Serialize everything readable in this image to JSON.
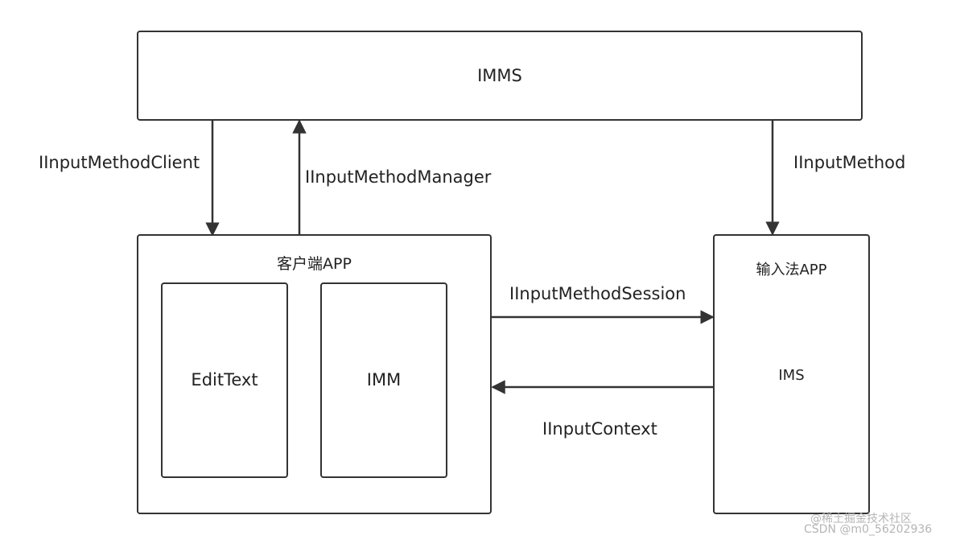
{
  "nodes": {
    "imms": "IMMS",
    "client_app": "客户端APP",
    "edittext": "EditText",
    "imm": "IMM",
    "ime_app": "输入法APP",
    "ims": "IMS"
  },
  "edges": {
    "input_method_client": "IInputMethodClient",
    "input_method_manager": "IInputMethodManager",
    "input_method": "IInputMethod",
    "input_method_session": "IInputMethodSession",
    "input_context": "IInputContext"
  },
  "watermark": {
    "line1": "@稀土掘金技术社区",
    "line2": "CSDN @m0_56202936"
  }
}
